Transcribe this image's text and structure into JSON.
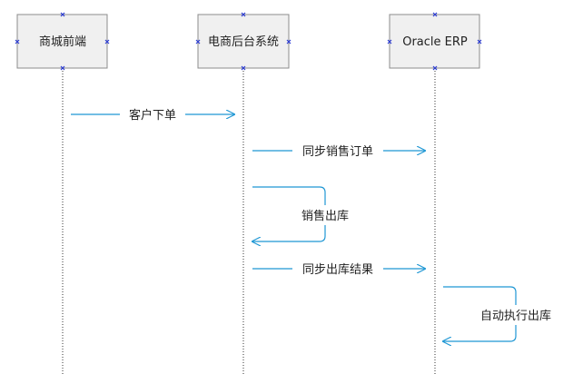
{
  "actors": [
    {
      "id": "frontend",
      "label": "商城前端"
    },
    {
      "id": "backend",
      "label": "电商后台系统"
    },
    {
      "id": "erp",
      "label": "Oracle ERP"
    }
  ],
  "messages": [
    {
      "from": "frontend",
      "to": "backend",
      "label": "客户下单"
    },
    {
      "from": "backend",
      "to": "erp",
      "label": "同步销售订单"
    },
    {
      "from": "backend",
      "to": "backend",
      "label": "销售出库"
    },
    {
      "from": "backend",
      "to": "erp",
      "label": "同步出库结果"
    },
    {
      "from": "erp",
      "to": "erp",
      "label": "自动执行出库"
    }
  ],
  "colors": {
    "arrow": "#1f97d4",
    "box_fill": "#f0f0f0",
    "box_stroke": "#8c8c8c",
    "handle": "#2b3bd4"
  }
}
